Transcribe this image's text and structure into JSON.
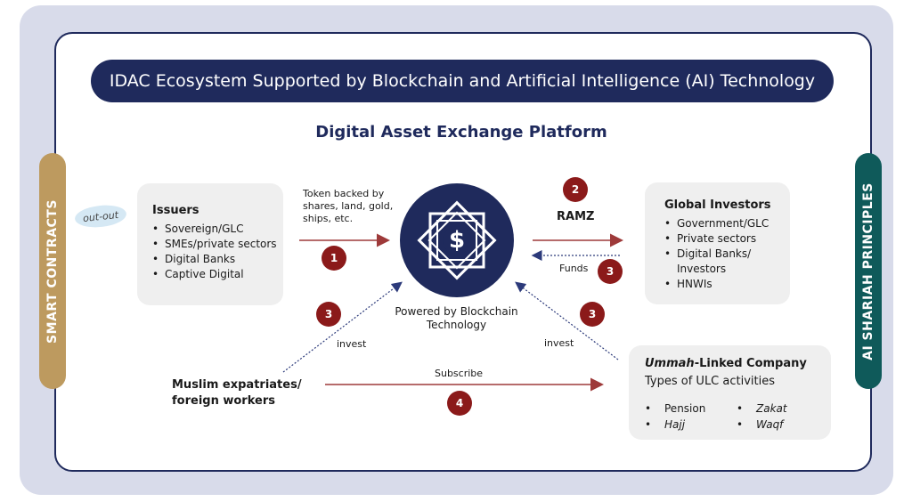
{
  "title": "IDAC Ecosystem Supported by Blockchain and Artificial Intelligence (AI) Technology",
  "subtitle": "Digital Asset Exchange Platform",
  "left_bar": "SMART CONTRACTS",
  "right_bar": "AI SHARIAH PRINCIPLES",
  "outout": "out-out",
  "issuers": {
    "title": "Issuers",
    "items": [
      "Sovereign/GLC",
      "SMEs/private sectors",
      "Digital Banks",
      "Captive Digital"
    ]
  },
  "investors": {
    "title": "Global Investors",
    "items": [
      "Government/GLC",
      "Private sectors",
      "Digital Banks/ Investors",
      "HNWIs"
    ]
  },
  "ummah": {
    "title_italic": "Ummah",
    "title_rest": "-Linked Company",
    "subtitle": "Types of ULC activities",
    "col1": [
      "Pension",
      "Hajj"
    ],
    "col2": [
      "Zakat",
      "Waqf"
    ]
  },
  "center": {
    "powered": "Powered by Blockchain Technology",
    "symbol": "$"
  },
  "labels": {
    "token": "Token backed by shares, land, gold, ships, etc.",
    "ramz": "RAMZ",
    "funds": "Funds",
    "invest_left": "invest",
    "invest_right": "invest",
    "subscribe": "Subscribe",
    "muslim": "Muslim expatriates/ foreign workers"
  },
  "badges": {
    "one": "1",
    "two": "2",
    "three_funds": "3",
    "three_left": "3",
    "three_right": "3",
    "four": "4"
  },
  "colors": {
    "navy": "#1f2a5c",
    "gold": "#bd9a5f",
    "teal": "#0f5a5a",
    "maroon": "#8b1a1a",
    "arrow": "#9e3a3a"
  }
}
